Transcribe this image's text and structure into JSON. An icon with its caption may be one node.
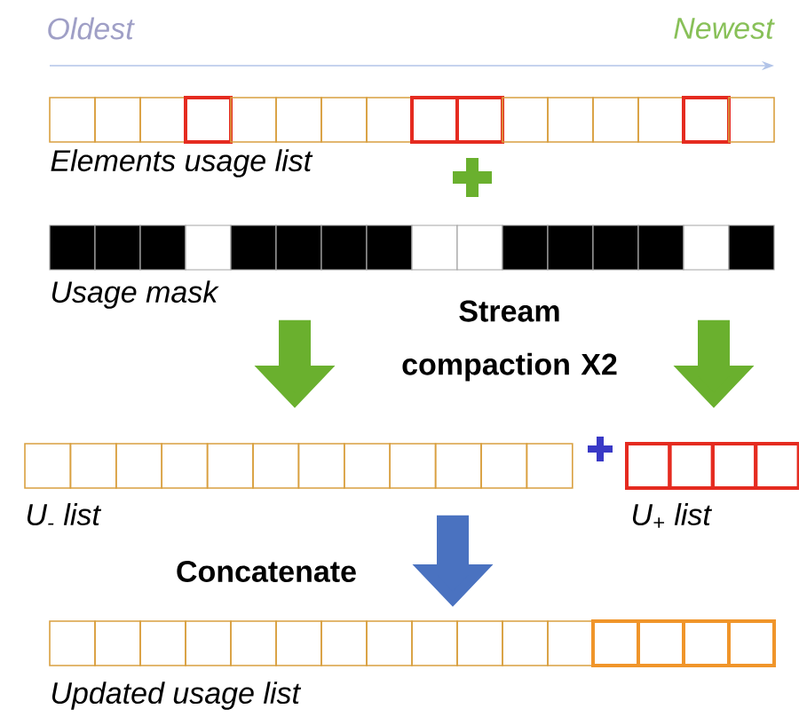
{
  "diagram": {
    "nodes": [
      {
        "text": [],
        "shape": "bar",
        "beside": [
          "Elements usage list"
        ]
      },
      {
        "text": [],
        "shape": "bar",
        "beside": [
          "Usage mask"
        ]
      },
      {
        "text": [],
        "shape": "bar",
        "beside": [
          "U$_{-}$ list"
        ]
      },
      {
        "text": [],
        "shape": "bar",
        "beside": [
          "U$_{+}$ list"
        ]
      },
      {
        "text": [],
        "shape": "bar",
        "beside": [
          "Updated usage list"
        ]
      }
    ],
    "edges": [
      {
        "from": 1,
        "to": 2,
        "arrow": "to"
      },
      {
        "from": 1,
        "to": 3,
        "arrow": "to"
      },
      {
        "from": 2,
        "to": 4,
        "arrow": "to",
        "color": "#4a72c0",
        "label": "Concatenate"
      }
    ],
    "labels": [
      "Oldest",
      "Newest",
      "Stream compaction X2"
    ]
  }
}
